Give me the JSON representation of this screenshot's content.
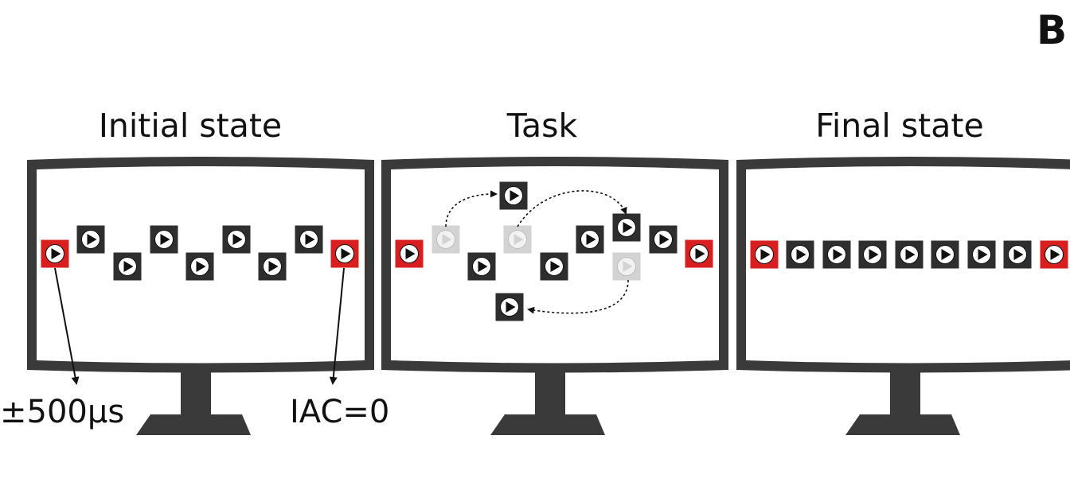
{
  "panel_letter": "B",
  "panels": [
    {
      "title": "Initial state"
    },
    {
      "title": "Task"
    },
    {
      "title": "Final state"
    }
  ],
  "annotations": {
    "left": "±500μs",
    "right": "IAC=0"
  },
  "colors": {
    "frame": "#3a3a3a",
    "tile": "#2e2e2e",
    "endpoint_tile": "#d81e1e",
    "ghost_tile": "#d3d3d3",
    "screen": "#ffffff",
    "play_icon": "#111111"
  },
  "icons": [
    "play-icon",
    "monitor-icon"
  ]
}
